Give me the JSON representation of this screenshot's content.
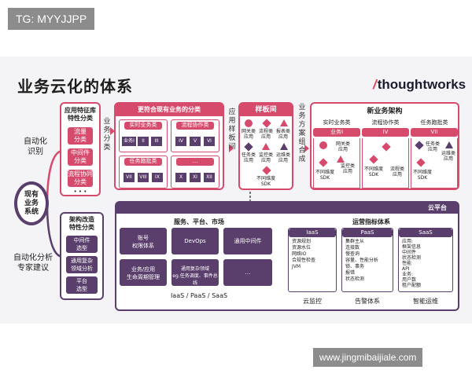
{
  "watermark_top": "TG: MYYJJPP",
  "watermark_bottom": "www.jingmibaijiale.com",
  "title": "业务云化的体系",
  "brand": {
    "slash": "/",
    "name": "thoughtworks"
  },
  "left": {
    "auto_identify": "自动化\n识别",
    "existing_system": "现有\n业务\n系统",
    "auto_analysis": "自动化分析\n专家建议"
  },
  "app_features": {
    "title": "应用特征库\n特性分类",
    "items": [
      "流量\n分类",
      "中间件\n分类",
      "流程协同\n分类"
    ],
    "more": "• • •"
  },
  "biz_classify_label": "业务\n分类",
  "classify_panel": {
    "title": "更符合现有业务的分类",
    "groups": [
      {
        "name": "实时业务类",
        "cells": [
          "业务I",
          "II",
          "III"
        ]
      },
      {
        "name": "流程协作类",
        "cells": [
          "IV",
          "V",
          "VI"
        ]
      },
      {
        "name": "任务跑批类",
        "cells": [
          "VII",
          "VIII",
          "IX"
        ]
      },
      {
        "name": "…",
        "cells": [
          "X",
          "XI",
          "XII"
        ]
      }
    ]
  },
  "app_template_label": "应用\n样板\n间",
  "template_panel": {
    "title": "样板间",
    "items": [
      "网关类\n应用",
      "流程类\n应用",
      "报表类\n应用",
      "任务类\n应用",
      "监控类\n应用",
      "运维类\n应用",
      "不同维度\nSDK"
    ]
  },
  "biz_combo_label": "业务\n方案\n组合\n成",
  "arch_panel": {
    "title": "新业务架构",
    "columns": [
      {
        "name": "实时业务类",
        "head": "业务I",
        "items": [
          "网关类\n应用",
          "监控类\n应用",
          "不同维度\nSDK"
        ]
      },
      {
        "name": "流程协作类",
        "head": "IV",
        "items": [
          "流程类\n应用",
          "不同维度\nSDK"
        ]
      },
      {
        "name": "任务跑批类",
        "head": "VII",
        "items": [
          "任务类\n应用",
          "运维类\n应用",
          "不同维度\nSDK"
        ]
      }
    ]
  },
  "arch_transform": {
    "title": "架构改造\n特性分类",
    "items": [
      "中间件\n选型",
      "通用复杂\n领域分析",
      "平台\n选型"
    ]
  },
  "cloud": {
    "label": "云平台",
    "service_title": "服务、平台、市场",
    "services": [
      "账号\n权限体系",
      "DevOps",
      "通用中间件",
      "业务/应用\n生命周期管理",
      "通用复杂领域\neg.任务调度、事件总线",
      "…"
    ],
    "service_footer": "IaaS / PaaS / SaaS",
    "ops_title": "运营指标体系",
    "ops": [
      {
        "name": "IaaS",
        "items": [
          "资源规划",
          "资源水位",
          "网络IO",
          "合规性检查",
          "JVM"
        ]
      },
      {
        "name": "PaaS",
        "items": [
          "集群主从",
          "连接数",
          "慢查询",
          "容量、性能分析",
          "锁、事务",
          "报错",
          "状态检测"
        ]
      },
      {
        "name": "SaaS",
        "items": [
          "应用:",
          "框架信息",
          "中间件",
          "状态检测",
          "性能",
          "API",
          "业务:",
          "用户数",
          "租户配额"
        ]
      }
    ],
    "footer": [
      "云监控",
      "告警体系",
      "智能运维"
    ]
  },
  "colors": {
    "pink": "#d64a6c",
    "purple": "#5a3e6b",
    "dark": "#3e2a4d"
  }
}
